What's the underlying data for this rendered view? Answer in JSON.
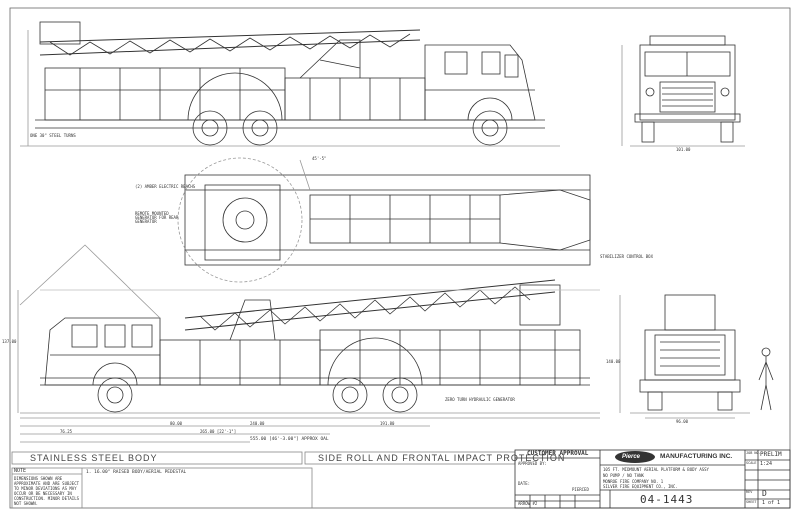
{
  "sections": {
    "left_title": "STAINLESS STEEL BODY",
    "right_title": "SIDE ROLL AND FRONTAL IMPACT PROTECTION"
  },
  "notes": {
    "header": "NOTE",
    "body": "DIMENSIONS SHOWN ARE APPROXIMATE AND ARE SUBJECT TO MINOR DEVIATIONS AS MAY OCCUR OR BE NECESSARY IN CONSTRUCTION. MINOR DETAILS NOT SHOWN.",
    "item1": "1. 16.00\" RAISED BODY/AERIAL PEDESTAL"
  },
  "title_block": {
    "customer_approval": "CUSTOMER APPROVAL",
    "approved_by": "APPROVED BY:",
    "date": "DATE:",
    "brand": "Pierce",
    "manufacturer": "MANUFACTURING INC.",
    "title_line1": "105 FT. MIDMOUNT AERIAL PLATFORM & BODY ASSY",
    "title_line2": "NO PUMP / NO TANK",
    "customer_line1": "MONROE FIRE COMPANY NO. 1",
    "customer_line2": "SILVER FIRE EQUIPMENT CO., INC.",
    "drawing_number": "04-1443",
    "job_no_label": "JOB NO.",
    "job_no": "PRELIM",
    "scale_label": "SCALE",
    "scale": "1:24",
    "rev_label": "REV",
    "rev": "D",
    "sheet_label": "SHEET",
    "sheet": "1 of 1",
    "prelim_label": "PIERCED",
    "arrow": "ARROW #2"
  },
  "callouts": {
    "side_top_note": "ONE 30\" STEEL TURNS",
    "plan_note1": "(2) AMBER ELECTRIC REACHS",
    "plan_note2": "REMOTE MOUNTED GENERATOR FOR REAR GENERATOR",
    "stabilizer": "STABILIZER CONTROL BOX",
    "radius": "45'-5\"",
    "pan": "ZERO TURN HYDRAULIC GENERATOR"
  },
  "dimensions": {
    "overall_length": "555.00 [46'-3.00\"] APPROX OAL",
    "d1": "265.00 [22'-1\"]",
    "d2": "240.00",
    "d3": "76.25",
    "d4": "80.00",
    "d5": "191.80",
    "height_front": "137.00",
    "height_rear": "140.00",
    "width": "96.00",
    "width2": "101.00"
  }
}
